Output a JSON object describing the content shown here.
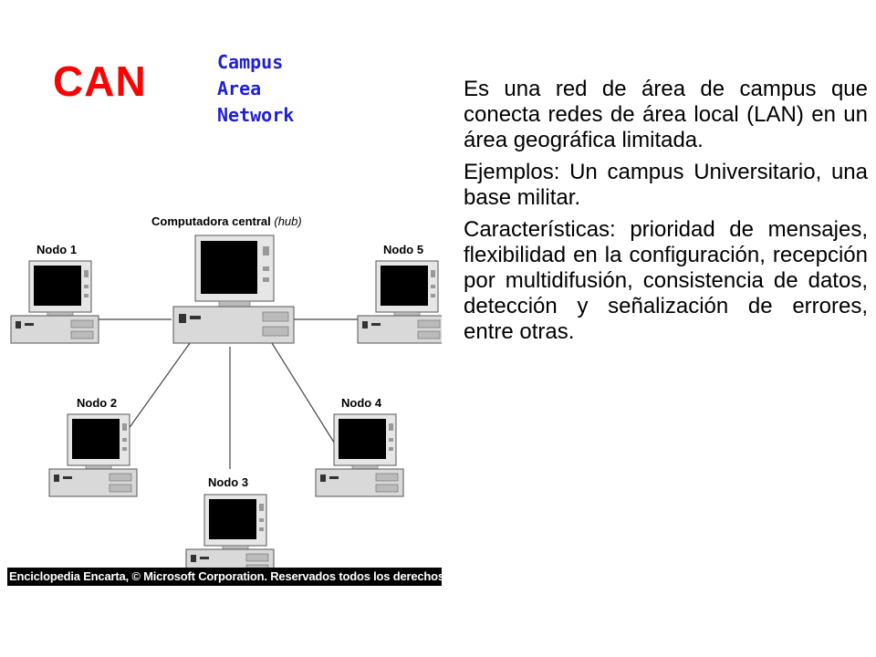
{
  "slide": {
    "title": "CAN",
    "subtitle_lines": [
      "Campus",
      "Area",
      "Network"
    ],
    "paragraphs": [
      "Es una red de área de campus que conecta redes de área local (LAN) en un área geográfica limitada.",
      "Ejemplos: Un campus Universitario, una base militar.",
      "Características: prioridad de mensajes, flexibilidad en la configuración, recepción por multidifusión, consistencia de datos, detección y señalización de errores, entre otras."
    ]
  },
  "diagram": {
    "hub_label": "Computadora central ",
    "hub_label_italic": "(hub)",
    "nodes": [
      "Nodo 1",
      "Nodo 2",
      "Nodo 3",
      "Nodo 4",
      "Nodo 5"
    ],
    "credit": "Enciclopedia Encarta, © Microsoft Corporation. Reservados todos los derechos."
  },
  "colors": {
    "title": "#ff0000",
    "subtitle": "#1f1fd6",
    "text": "#000000"
  }
}
